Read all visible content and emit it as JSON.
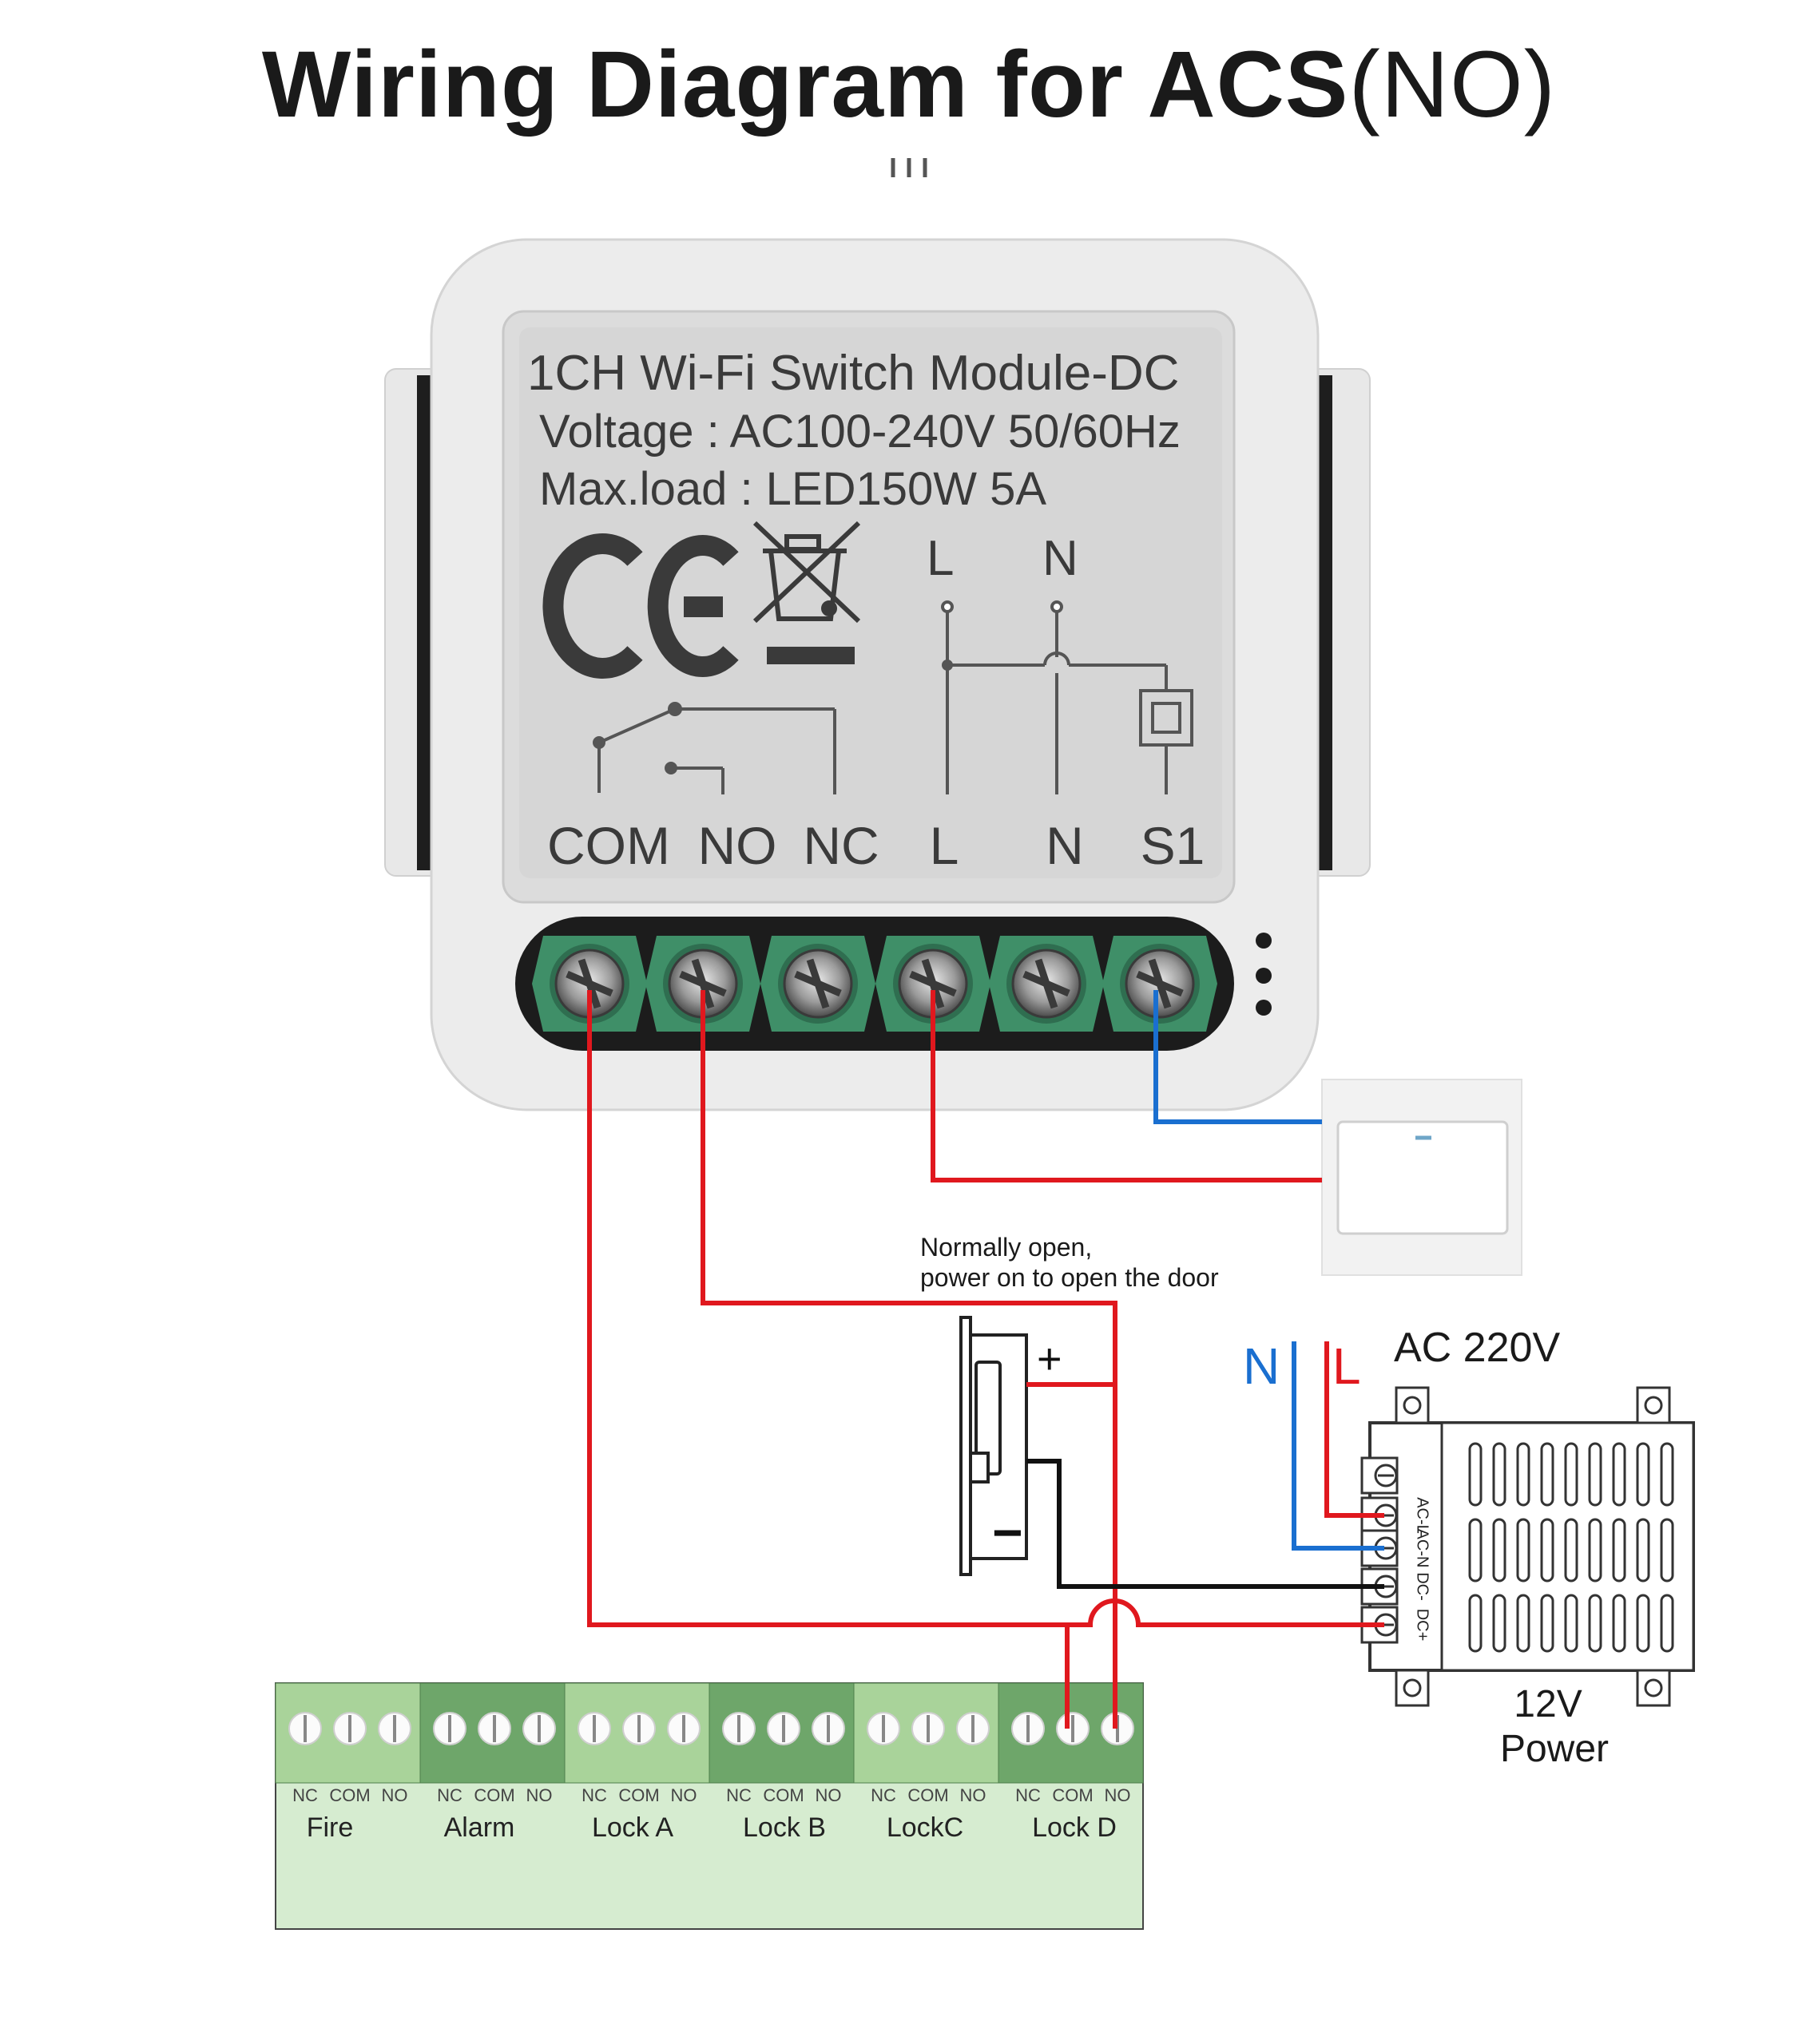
{
  "title": {
    "bold": "Wiring Diagram for ACS",
    "normal": "(NO)"
  },
  "module": {
    "name": "1CH Wi-Fi Switch Module-DC",
    "voltage": "Voltage : AC100-240V 50/60Hz",
    "max_load": "Max.load : LED150W 5A",
    "top_l": "L",
    "top_n": "N",
    "terminals": [
      "COM",
      "NO",
      "NC",
      "L",
      "N",
      "S1"
    ],
    "ce_mark": "CE"
  },
  "note": {
    "line1": "Normally open,",
    "line2": "power on to open the door"
  },
  "lock": {
    "plus": "+",
    "minus": "−"
  },
  "ac": {
    "n": "N",
    "l": "L",
    "label": "AC 220V"
  },
  "power_supply": {
    "terminals": [
      "AC-L",
      "AC-N",
      "DC-",
      "DC+"
    ],
    "label_line1": "12V",
    "label_line2": "Power"
  },
  "controller": {
    "sublabels": [
      "NC",
      "COM",
      "NO"
    ],
    "groups": [
      "Fire",
      "Alarm",
      "Lock A",
      "Lock B",
      "LockC",
      "Lock D"
    ]
  },
  "colors": {
    "live": "#e0181e",
    "neutral": "#1a6fd0",
    "ground": "#111111",
    "terminal_green": "#3f8f68",
    "controller_bg": "#d6ecd0"
  }
}
